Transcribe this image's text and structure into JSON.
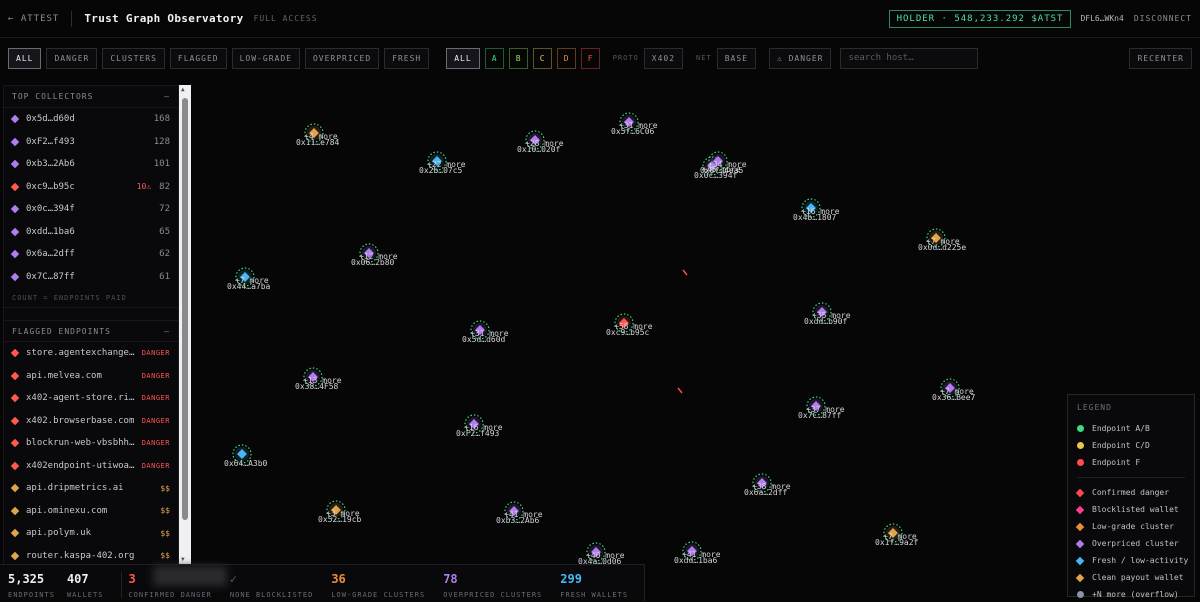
{
  "header": {
    "back_label": "← ATTEST",
    "title": "Trust Graph Observatory",
    "access": "FULL ACCESS",
    "holder": "HOLDER · 548,233.292 $ATST",
    "wallet": "DFL6…WKn4",
    "disconnect": "DISCONNECT"
  },
  "filters": {
    "categories": [
      {
        "label": "ALL",
        "active": true
      },
      {
        "label": "DANGER",
        "active": false
      },
      {
        "label": "CLUSTERS",
        "active": false
      },
      {
        "label": "FLAGGED",
        "active": false
      },
      {
        "label": "LOW-GRADE",
        "active": false
      },
      {
        "label": "OVERPRICED",
        "active": false
      },
      {
        "label": "FRESH",
        "active": false
      }
    ],
    "grade_all": "ALL",
    "grades": [
      {
        "label": "A",
        "color": "#3ddc84"
      },
      {
        "label": "B",
        "color": "#8ede58"
      },
      {
        "label": "C",
        "color": "#e8c64a"
      },
      {
        "label": "D",
        "color": "#ee8c3a"
      },
      {
        "label": "F",
        "color": "#ff4b4b"
      }
    ],
    "proto_label": "PROTO",
    "proto_value": "X402",
    "net_label": "NET",
    "net_value": "BASE",
    "danger_toggle": "⚠ DANGER",
    "search_placeholder": "search host…",
    "recenter": "RECENTER"
  },
  "collectors": {
    "title": "TOP COLLECTORS",
    "collapse": "–",
    "items": [
      {
        "label": "0x5d…d60d",
        "value": "168",
        "color": "#b07cf0",
        "warn": ""
      },
      {
        "label": "0xF2…f493",
        "value": "128",
        "color": "#b07cf0",
        "warn": ""
      },
      {
        "label": "0xb3…2Ab6",
        "value": "101",
        "color": "#b07cf0",
        "warn": ""
      },
      {
        "label": "0xc9…b95c",
        "value": "82",
        "color": "#ff5a4a",
        "warn": "10⚠"
      },
      {
        "label": "0x0c…394f",
        "value": "72",
        "color": "#b07cf0",
        "warn": ""
      },
      {
        "label": "0xdd…1ba6",
        "value": "65",
        "color": "#b07cf0",
        "warn": ""
      },
      {
        "label": "0x6a…2dff",
        "value": "62",
        "color": "#b07cf0",
        "warn": ""
      },
      {
        "label": "0x7C…87ff",
        "value": "61",
        "color": "#b07cf0",
        "warn": ""
      }
    ],
    "footnote": "COUNT = ENDPOINTS PAID"
  },
  "flagged": {
    "title": "FLAGGED ENDPOINTS",
    "collapse": "–",
    "items": [
      {
        "label": "store.agentexchange…",
        "tag": "DANGER",
        "kind": "danger"
      },
      {
        "label": "api.melvea.com",
        "tag": "DANGER",
        "kind": "danger"
      },
      {
        "label": "x402-agent-store.ril…",
        "tag": "DANGER",
        "kind": "danger"
      },
      {
        "label": "x402.browserbase.com",
        "tag": "DANGER",
        "kind": "danger"
      },
      {
        "label": "blockrun-web-vbsbhh7…",
        "tag": "DANGER",
        "kind": "danger"
      },
      {
        "label": "x402endpoint-utiwoa5…",
        "tag": "DANGER",
        "kind": "danger"
      },
      {
        "label": "api.dripmetrics.ai",
        "tag": "$$",
        "kind": "cost"
      },
      {
        "label": "api.ominexu.com",
        "tag": "$$",
        "kind": "cost"
      },
      {
        "label": "api.polym.uk",
        "tag": "$$",
        "kind": "cost"
      },
      {
        "label": "router.kaspa-402.org",
        "tag": "$$",
        "kind": "cost"
      }
    ]
  },
  "graph": {
    "nodes": [
      {
        "id": "0x11…e784",
        "more": "+4 more",
        "color": "#e0a44a"
      },
      {
        "id": "0x2b…07c5",
        "more": "+22 more",
        "color": "#4ab8f0"
      },
      {
        "id": "0x10…020f",
        "more": "+28 more",
        "color": "#b07cf0"
      },
      {
        "id": "0x5f…6C06",
        "more": "+31 more",
        "color": "#b07cf0"
      },
      {
        "id": "0x0c…394f",
        "more": "+45 more",
        "color": "#b07cf0"
      },
      {
        "id": "0x8f…4ea5",
        "more": "+34 more",
        "color": "#b07cf0"
      },
      {
        "id": "0x4b…1807",
        "more": "+16 more",
        "color": "#4ab8f0"
      },
      {
        "id": "0x0d…d225e",
        "more": "+7 more",
        "color": "#e0a44a"
      },
      {
        "id": "0x06…2b80",
        "more": "+12 more",
        "color": "#b07cf0"
      },
      {
        "id": "0x44…a7ba",
        "more": "+7 more",
        "color": "#4ab8f0"
      },
      {
        "id": "0x5d…d60d",
        "more": "+31 more",
        "color": "#b07cf0"
      },
      {
        "id": "0xc9…b95c",
        "more": "+58 more",
        "color": "#ff5a4a"
      },
      {
        "id": "0xdd…b90f",
        "more": "+35 more",
        "color": "#b07cf0"
      },
      {
        "id": "0x38…4F58",
        "more": "+13 more",
        "color": "#b07cf0"
      },
      {
        "id": "0x36…Bee7",
        "more": "+7 more",
        "color": "#b07cf0"
      },
      {
        "id": "0xF2…f493",
        "more": "+16 more",
        "color": "#b07cf0"
      },
      {
        "id": "0x7C…87ff",
        "more": "+37 more",
        "color": "#b07cf0"
      },
      {
        "id": "0x64…A3b0",
        "more": "",
        "color": "#4ab8f0"
      },
      {
        "id": "0x6a…2dff",
        "more": "+38 more",
        "color": "#b07cf0"
      },
      {
        "id": "0x52…19cb",
        "more": "+3 more",
        "color": "#e0a44a"
      },
      {
        "id": "0xb3…2Ab6",
        "more": "+41 more",
        "color": "#b07cf0"
      },
      {
        "id": "0x1f…9a2f",
        "more": "+7 more",
        "color": "#e0a44a"
      },
      {
        "id": "0x4a…0d06",
        "more": "+40 more",
        "color": "#b07cf0"
      },
      {
        "id": "0xdd…1ba6",
        "more": "+41 more",
        "color": "#b07cf0"
      }
    ]
  },
  "legend": {
    "title": "LEGEND",
    "endpoints": [
      {
        "label": "Endpoint A/B",
        "color": "#3ddc84"
      },
      {
        "label": "Endpoint C/D",
        "color": "#e8c64a"
      },
      {
        "label": "Endpoint F",
        "color": "#ff4b4b"
      }
    ],
    "wallets": [
      {
        "label": "Confirmed danger",
        "color": "#ff4b4b",
        "shape": "diamond"
      },
      {
        "label": "Blocklisted wallet",
        "color": "#ff3d8b",
        "shape": "diamond"
      },
      {
        "label": "Low-grade cluster",
        "color": "#ee8c3a",
        "shape": "diamond"
      },
      {
        "label": "Overpriced cluster",
        "color": "#b07cf0",
        "shape": "diamond"
      },
      {
        "label": "Fresh / low-activity",
        "color": "#4ab8f0",
        "shape": "diamond"
      },
      {
        "label": "Clean payout wallet",
        "color": "#e0a44a",
        "shape": "diamond"
      },
      {
        "label": "+N more (overflow)",
        "color": "#8a93a8",
        "shape": "dot"
      }
    ]
  },
  "stats": {
    "endpoints": {
      "value": "5,325",
      "label": "ENDPOINTS"
    },
    "wallets": {
      "value": "407",
      "label": "WALLETS"
    },
    "danger": {
      "value": "3",
      "label": "CONFIRMED DANGER",
      "color": "#ff5a4a"
    },
    "blocklisted": {
      "value": "✓",
      "label": "NONE BLOCKLISTED",
      "color": "#5a5a61"
    },
    "lowgrade": {
      "value": "36",
      "label": "LOW-GRADE CLUSTERS",
      "color": "#ee8c3a"
    },
    "overpriced": {
      "value": "78",
      "label": "OVERPRICED CLUSTERS",
      "color": "#b07cf0"
    },
    "fresh": {
      "value": "299",
      "label": "FRESH WALLETS",
      "color": "#4ab8f0"
    }
  }
}
